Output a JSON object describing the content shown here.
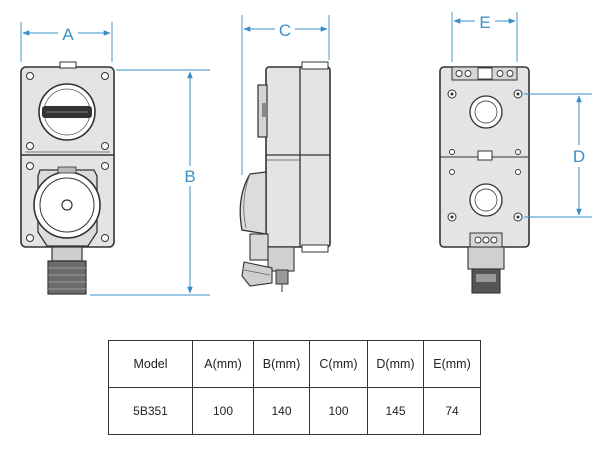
{
  "dimensions": {
    "a": "A",
    "b": "B",
    "c": "C",
    "d": "D",
    "e": "E"
  },
  "table": {
    "headers": [
      "Model",
      "A(mm)",
      "B(mm)",
      "C(mm)",
      "D(mm)",
      "E(mm)"
    ],
    "rows": [
      [
        "5B351",
        "100",
        "140",
        "100",
        "145",
        "74"
      ]
    ]
  },
  "colors": {
    "dimension_line": "#3a8fc8",
    "outline": "#333333",
    "body_fill": "#e4e4e4"
  }
}
